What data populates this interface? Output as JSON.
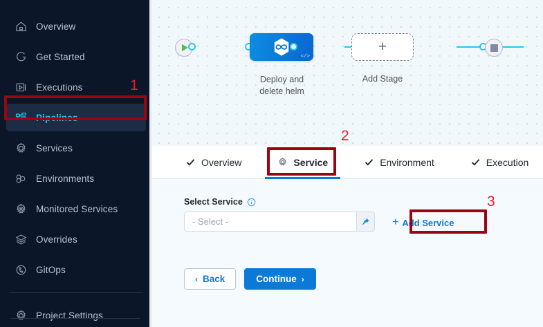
{
  "sidebar": {
    "items": [
      {
        "label": "Overview",
        "icon": "home-icon",
        "active": false
      },
      {
        "label": "Get Started",
        "icon": "rocket-icon",
        "active": false
      },
      {
        "label": "Executions",
        "icon": "play-box-icon",
        "active": false
      },
      {
        "label": "Pipelines",
        "icon": "pipeline-icon",
        "active": true
      },
      {
        "label": "Services",
        "icon": "gear-icon",
        "active": false
      },
      {
        "label": "Environments",
        "icon": "cluster-icon",
        "active": false
      },
      {
        "label": "Monitored Services",
        "icon": "gear-dot-icon",
        "active": false
      },
      {
        "label": "Overrides",
        "icon": "layers-icon",
        "active": false
      },
      {
        "label": "GitOps",
        "icon": "gitops-icon",
        "active": false
      }
    ],
    "footer_item": {
      "label": "Project Settings",
      "icon": "gear-icon"
    },
    "active_color": "#22c8f5",
    "background": "#0b1628"
  },
  "canvas": {
    "start_node": "start-play-icon",
    "end_node": "stop-square-icon",
    "stage": {
      "label_line1": "Deploy and",
      "label_line2": "delete helm",
      "icon": "harness-hexagon-icon",
      "code_marker": "</>",
      "color": "#0a6fd4"
    },
    "add_stage": {
      "label": "Add Stage",
      "icon": "plus-icon"
    },
    "wire_color": "#22c8f5"
  },
  "tabs": [
    {
      "label": "Overview",
      "icon": "check-icon",
      "active": false
    },
    {
      "label": "Service",
      "icon": "gear-icon",
      "active": true
    },
    {
      "label": "Environment",
      "icon": "check-icon",
      "active": false
    },
    {
      "label": "Execution",
      "icon": "check-icon",
      "active": false
    }
  ],
  "form": {
    "field_label": "Select Service",
    "info_icon": "info-icon",
    "select_value": "- Select -",
    "pin_icon": "pin-icon",
    "add_service_plus": "+",
    "add_service_label": "Add Service"
  },
  "buttons": {
    "back_chevron": "‹",
    "back_label": "Back",
    "continue_label": "Continue",
    "continue_chevron": "›"
  },
  "annotations": {
    "numbers": [
      "1",
      "2",
      "3"
    ],
    "color": "#f5192e",
    "box_color": "#9b0513"
  }
}
